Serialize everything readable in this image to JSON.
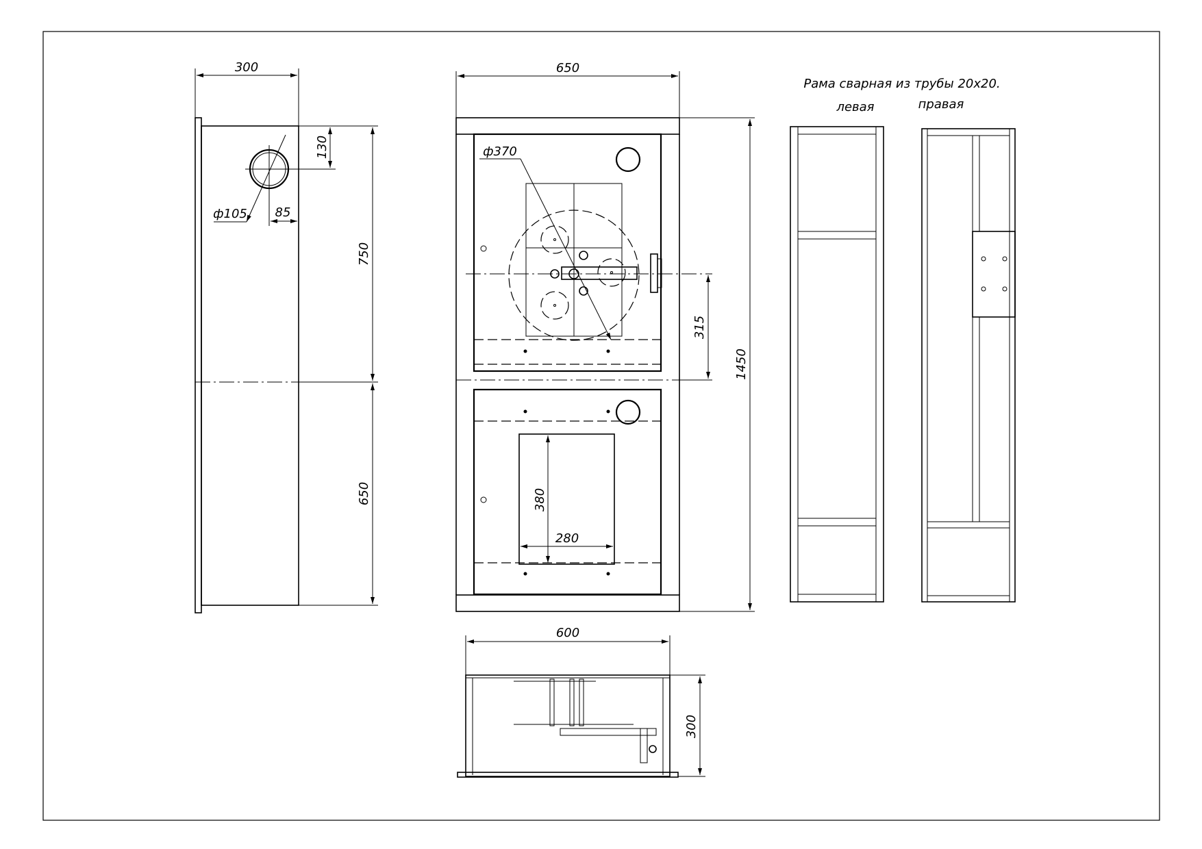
{
  "title": "Рама сварная из трубы 20х20.",
  "frame_labels": {
    "left": "левая",
    "right": "правая"
  },
  "dimensions": {
    "side_width": "300",
    "side_hole_offset": "130",
    "side_hole_diameter": "ф105",
    "side_hole_x": "85",
    "side_upper_height": "750",
    "side_lower_height": "650",
    "front_width": "650",
    "front_disc_diameter": "ф370",
    "front_axis_height": "315",
    "front_total_height": "1450",
    "front_window_height": "380",
    "front_window_width": "280",
    "bottom_width": "600",
    "bottom_depth": "300"
  }
}
